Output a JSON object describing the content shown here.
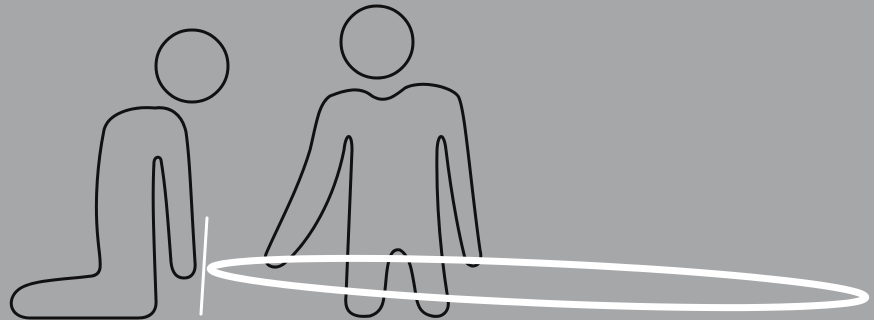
{
  "illustration": {
    "figures": [
      "kneeling-person",
      "standing-person"
    ],
    "objects": [
      "marker-post",
      "hoop-ring"
    ],
    "colors": {
      "background": "#a6a7a9",
      "figure_outline": "#111111",
      "hoop": "#ffffff"
    }
  }
}
